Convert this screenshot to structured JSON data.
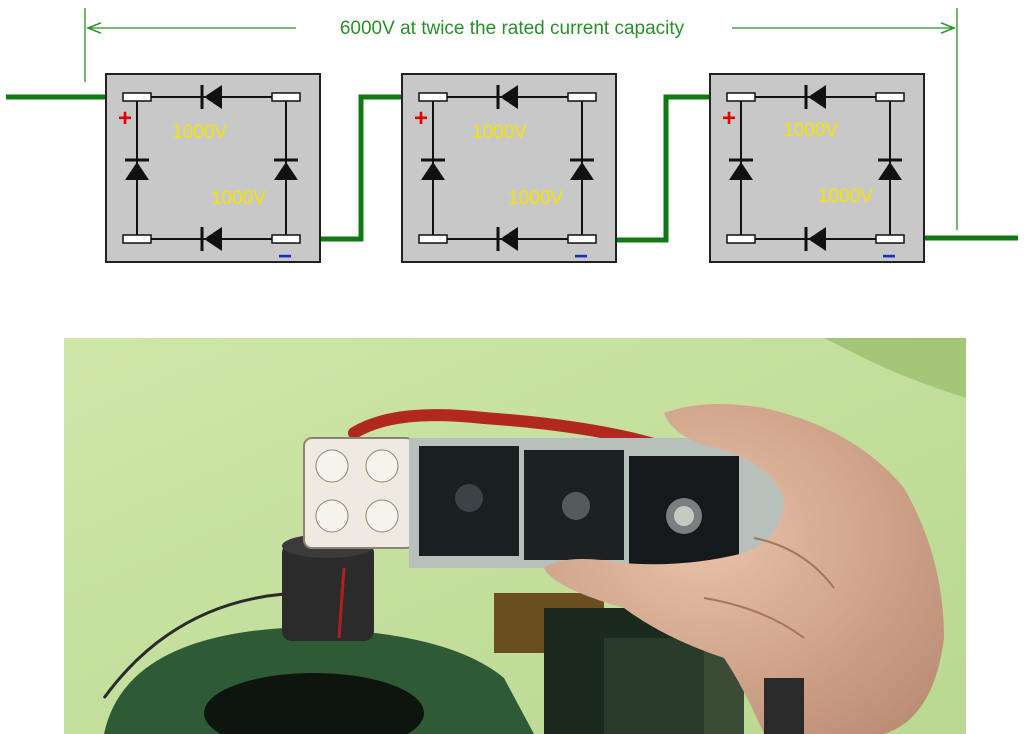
{
  "dimension_label": "6000V at twice the rated current capacity",
  "bridges": [
    {
      "plus": "+",
      "minus": "−",
      "top_rating": "1000V",
      "side_rating": "1000V"
    },
    {
      "plus": "+",
      "minus": "−",
      "top_rating": "1000V",
      "side_rating": "1000V"
    },
    {
      "plus": "+",
      "minus": "−",
      "top_rating": "1000V",
      "side_rating": "1000V"
    }
  ],
  "photo": {
    "alt": "Hand holding three bridge rectangular modules connected in series"
  },
  "colors": {
    "wire": "#0f7a14",
    "dimension": "#2a8f2a",
    "module_fill": "#c8c8c8",
    "rating_text": "#f3e400",
    "plus": "#e00000",
    "minus": "#1030c0",
    "photo_wall": "#c9e2a3"
  }
}
